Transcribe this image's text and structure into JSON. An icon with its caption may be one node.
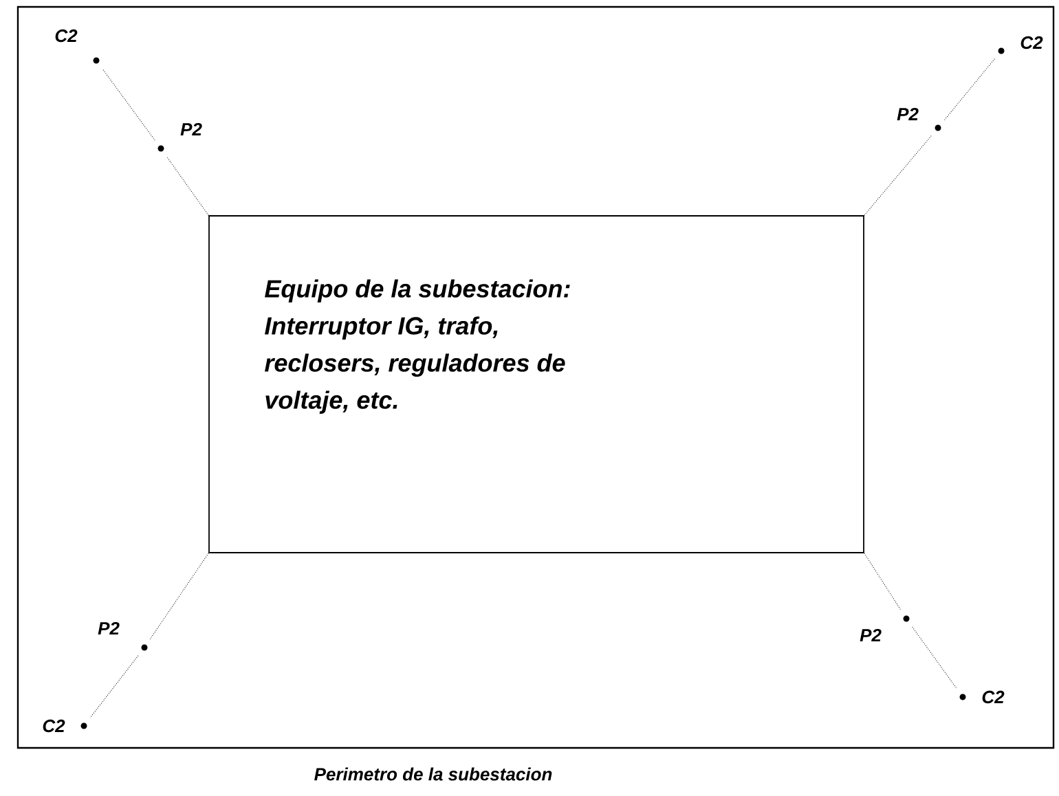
{
  "diagram": {
    "nodes": [
      {
        "text": [
          "Perimetro de la subestacion"
        ]
      },
      {
        "text": [
          "Equipo de la subestacion: Interruptor IG, trafo, reclosers, reguladores de voltaje, etc."
        ],
        "in": 0
      },
      {
        "text": [],
        "shape": "circle",
        "beside": [
          "C2"
        ],
        "in": 0
      },
      {
        "text": [],
        "shape": "circle",
        "beside": [
          "P2"
        ],
        "in": 0
      },
      {
        "text": [],
        "shape": "circle",
        "beside": [
          "C2"
        ],
        "in": 0
      },
      {
        "text": [],
        "shape": "circle",
        "beside": [
          "P2"
        ],
        "in": 0
      },
      {
        "text": [],
        "shape": "circle",
        "beside": [
          "P2"
        ],
        "in": 0
      },
      {
        "text": [],
        "shape": "circle",
        "beside": [
          "C2"
        ],
        "in": 0
      },
      {
        "text": [],
        "shape": "circle",
        "beside": [
          "P2"
        ],
        "in": 0
      },
      {
        "text": [],
        "shape": "circle",
        "beside": [
          "C2"
        ],
        "in": 0
      }
    ],
    "edges": [
      {
        "from": 1,
        "to": 3,
        "arrow": "none"
      },
      {
        "from": 3,
        "to": 2,
        "arrow": "none"
      },
      {
        "from": 1,
        "to": 5,
        "arrow": "none"
      },
      {
        "from": 5,
        "to": 4,
        "arrow": "none"
      },
      {
        "from": 1,
        "to": 6,
        "arrow": "none"
      },
      {
        "from": 6,
        "to": 7,
        "arrow": "none"
      },
      {
        "from": 1,
        "to": 8,
        "arrow": "none"
      },
      {
        "from": 8,
        "to": 9,
        "arrow": "none"
      }
    ]
  }
}
